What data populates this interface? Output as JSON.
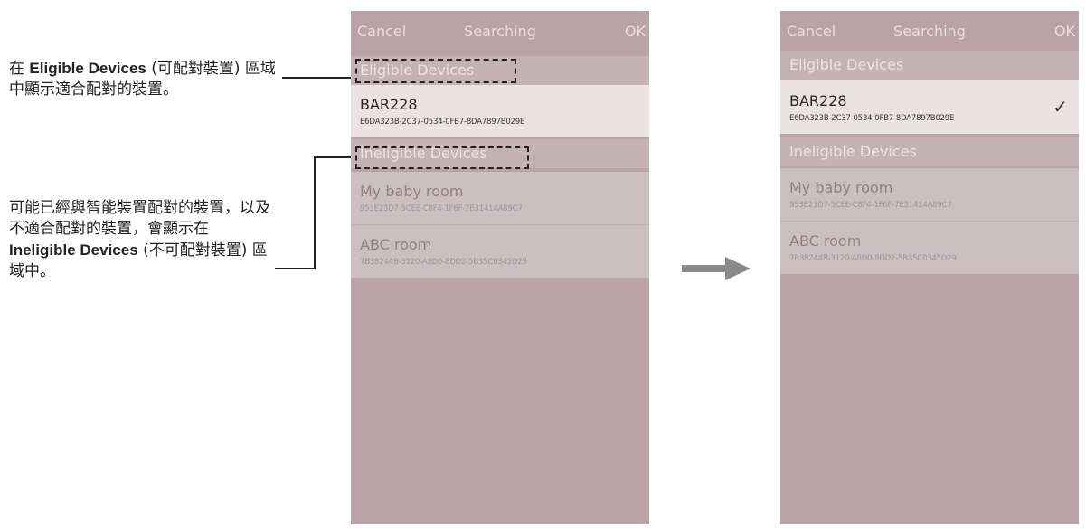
{
  "annotations": {
    "eligible": {
      "prefix": "在 ",
      "term": "Eligible Devices",
      "suffix": " (可配對裝置) 區域中顯示適合配對的裝置。"
    },
    "ineligible": {
      "prefix": "可能已經與智能裝置配對的裝置，以及不適合配對的裝置，會顯示在 ",
      "term": "Ineligible Devices",
      "suffix": " (不可配對裝置) 區域中。"
    }
  },
  "screens": {
    "before": {
      "cancel": "Cancel",
      "title": "Searching",
      "ok": "OK",
      "eligible_header": "Eligible Devices",
      "ineligible_header": "Ineligible Devices",
      "eligible_devices": [
        {
          "name": "BAR228",
          "id": "E6DA323B-2C37-0534-0FB7-8DA7897B029E"
        }
      ],
      "ineligible_devices": [
        {
          "name": "My baby room",
          "id": "953E23D7-5CEE-C8F4-1F6F-7E31414A89C7"
        },
        {
          "name": "ABC room",
          "id": "7B38244B-3120-A8D0-8DD2-5B35C0345D29"
        }
      ]
    },
    "after": {
      "cancel": "Cancel",
      "title": "Searching",
      "ok": "OK",
      "eligible_header": "Eligible Devices",
      "ineligible_header": "Ineligible Devices",
      "eligible_devices": [
        {
          "name": "BAR228",
          "id": "E6DA323B-2C37-0534-0FB7-8DA7897B029E",
          "selected": true
        }
      ],
      "ineligible_devices": [
        {
          "name": "My baby room",
          "id": "953E23D7-5CEE-C8F4-1F6F-7E31414A89C7"
        },
        {
          "name": "ABC room",
          "id": "7B38244B-3120-A8D0-8DD2-5B35C0345D29"
        }
      ]
    }
  },
  "icons": {
    "check": "checkmark-icon",
    "arrow": "right-arrow-icon"
  },
  "colors": {
    "phone_bg": "#b9a3a8",
    "section_bg": "#c5b2b6",
    "eligible_row_bg": "#ebe3e3",
    "ineligible_row_bg": "#cbbfc1"
  }
}
